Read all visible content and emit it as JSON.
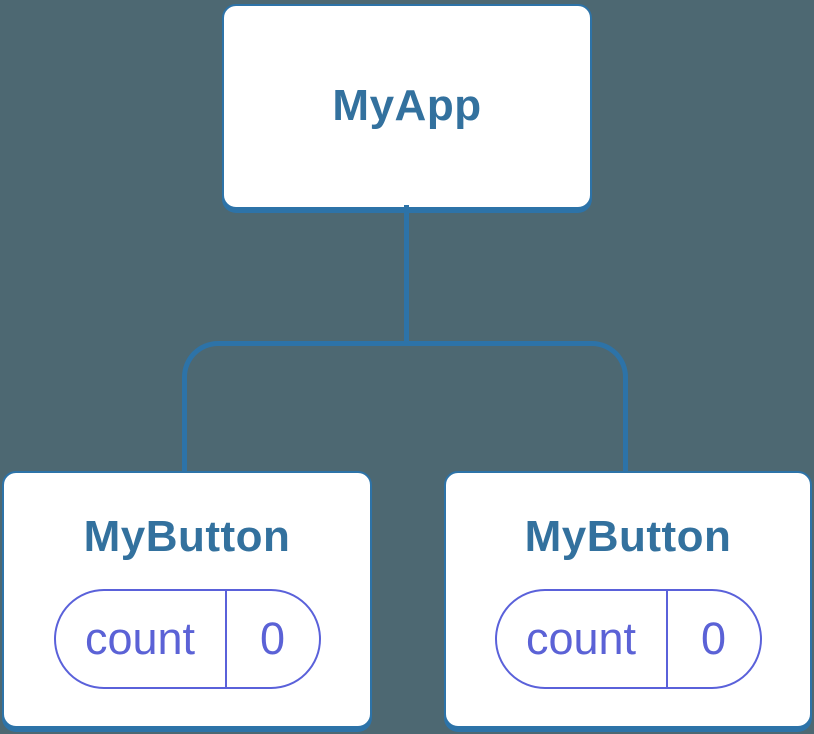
{
  "colors": {
    "background": "#4D6872",
    "tree_line_blue": "#2D73A8",
    "node_fill": "#FFFFFF",
    "node_label_color": "#33719E",
    "state_purple": "#5A61DA",
    "state_text_purple": "#5B62D6"
  },
  "tree": {
    "root": {
      "label": "MyApp"
    },
    "children": [
      {
        "label": "MyButton",
        "state": {
          "key": "count",
          "value": "0"
        }
      },
      {
        "label": "MyButton",
        "state": {
          "key": "count",
          "value": "0"
        }
      }
    ]
  }
}
